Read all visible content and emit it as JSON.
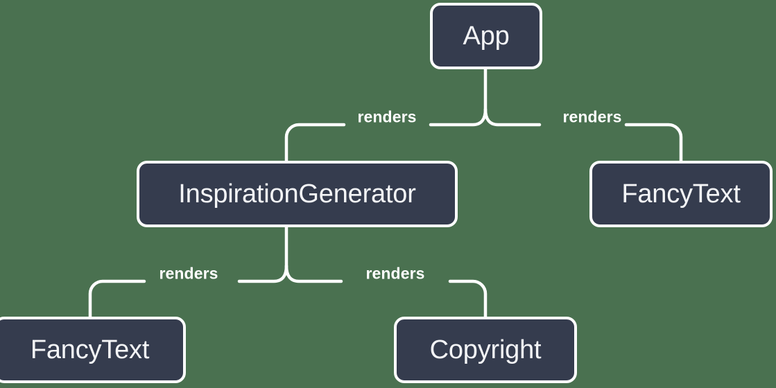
{
  "diagram": {
    "type": "component-tree",
    "background_color": "#4a7150",
    "node_fill_color": "#353c4e",
    "node_border_color": "#ffffff",
    "text_color": "#f4f5f7",
    "edge_color": "#ffffff",
    "nodes": [
      {
        "id": "app",
        "label": "App"
      },
      {
        "id": "inspiration-generator",
        "label": "InspirationGenerator"
      },
      {
        "id": "fancy-text-right",
        "label": "FancyText"
      },
      {
        "id": "fancy-text-bottom",
        "label": "FancyText"
      },
      {
        "id": "copyright",
        "label": "Copyright"
      }
    ],
    "edges": [
      {
        "from": "app",
        "to": "inspiration-generator",
        "label": "renders"
      },
      {
        "from": "app",
        "to": "fancy-text-right",
        "label": "renders"
      },
      {
        "from": "inspiration-generator",
        "to": "fancy-text-bottom",
        "label": "renders"
      },
      {
        "from": "inspiration-generator",
        "to": "copyright",
        "label": "renders"
      }
    ]
  }
}
